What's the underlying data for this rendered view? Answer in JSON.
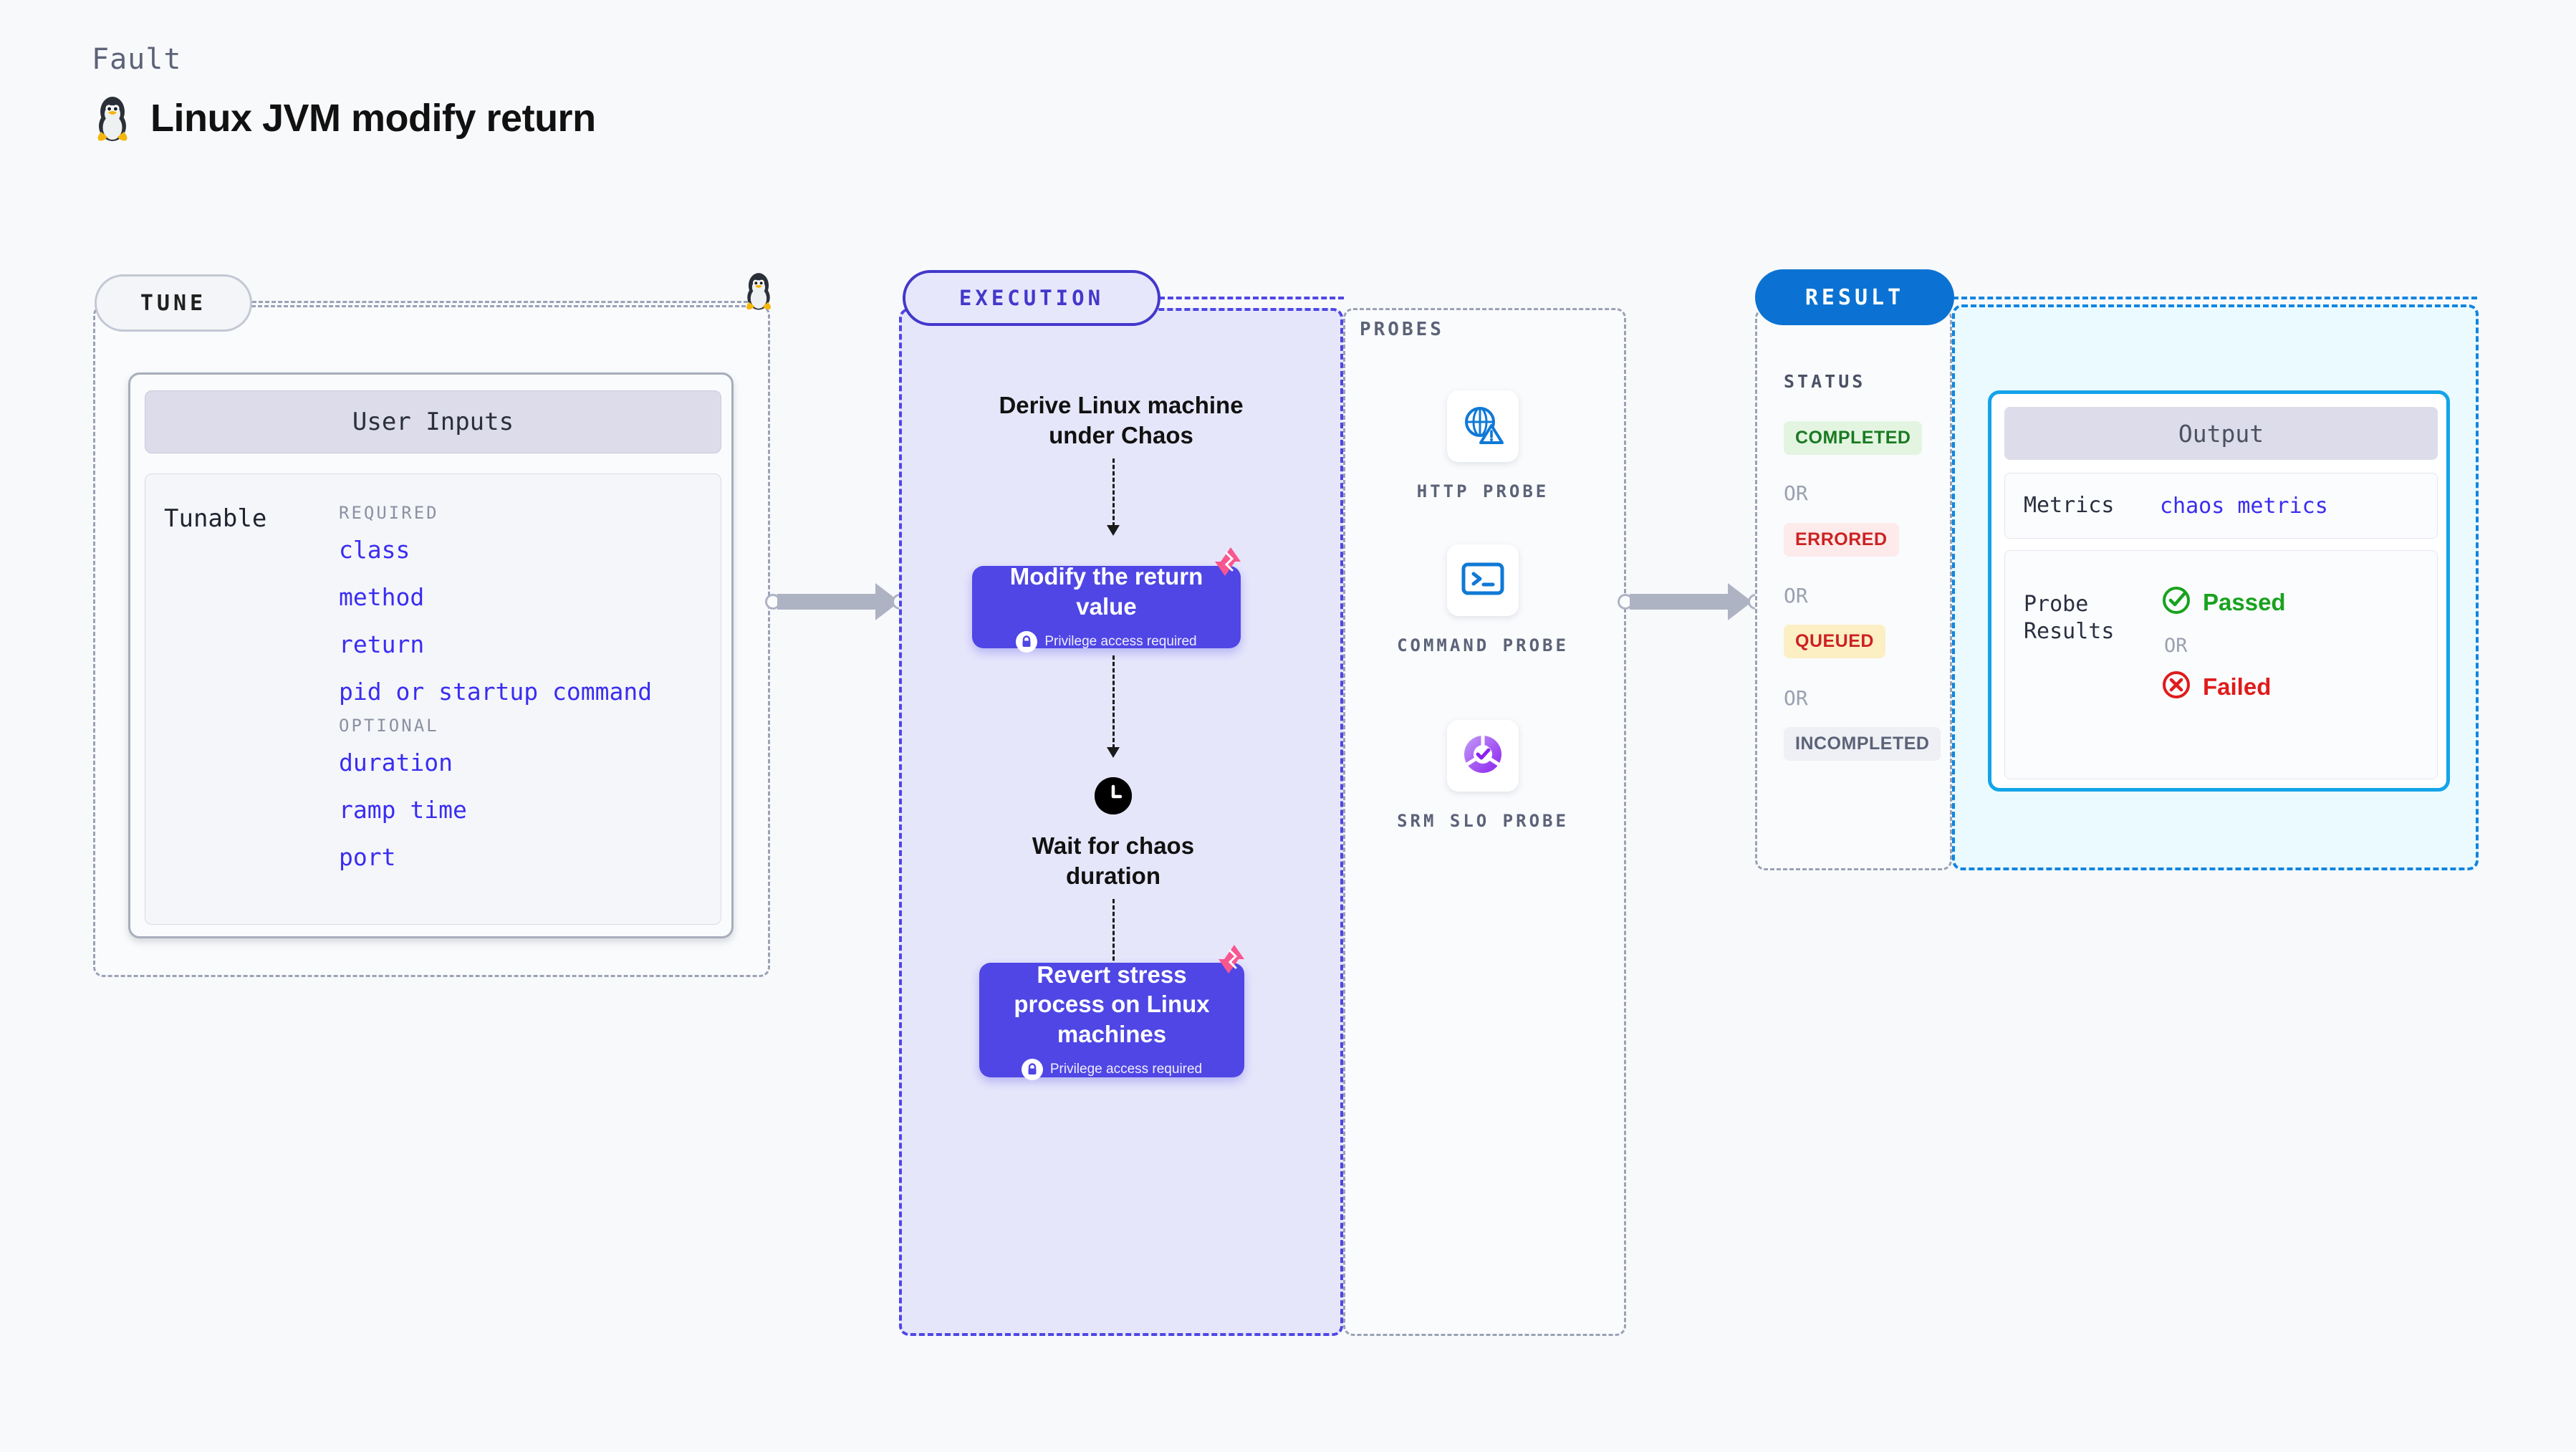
{
  "header": {
    "kicker": "Fault",
    "title": "Linux JVM modify return",
    "icon": "linux-penguin-icon"
  },
  "tune": {
    "pill_label": "TUNE",
    "card_title": "User Inputs",
    "tunable_label": "Tunable",
    "groups": [
      {
        "heading": "REQUIRED",
        "items": [
          "class",
          "method",
          "return",
          "pid or startup command"
        ]
      },
      {
        "heading": "OPTIONAL",
        "items": [
          "duration",
          "ramp time",
          "port"
        ]
      }
    ]
  },
  "execution": {
    "pill_label": "EXECUTION",
    "step_derive": "Derive Linux machine under Chaos",
    "box_modify": {
      "title": "Modify the return value",
      "privilege": "Privilege access required"
    },
    "step_wait": "Wait for chaos duration",
    "box_revert": {
      "title": "Revert stress process on Linux machines",
      "privilege": "Privilege access required"
    }
  },
  "probes": {
    "section_label": "PROBES",
    "items": [
      {
        "caption": "HTTP PROBE",
        "icon": "globe-warning-icon"
      },
      {
        "caption": "COMMAND PROBE",
        "icon": "terminal-icon"
      },
      {
        "caption": "SRM SLO PROBE",
        "icon": "slo-donut-check-icon"
      }
    ]
  },
  "result": {
    "pill_label": "RESULT",
    "status_label": "STATUS",
    "or_label": "OR",
    "statuses": [
      {
        "label": "COMPLETED",
        "fg": "#1a7a22",
        "bg": "#e3f5e1"
      },
      {
        "label": "ERRORED",
        "fg": "#cc2222",
        "bg": "#fdeaea"
      },
      {
        "label": "QUEUED",
        "fg": "#cc2222",
        "bg": "#fcefc4"
      },
      {
        "label": "INCOMPLETED",
        "fg": "#5c6378",
        "bg": "#eff0f5"
      }
    ]
  },
  "output": {
    "title": "Output",
    "metrics_key": "Metrics",
    "metrics_value": "chaos metrics",
    "probe_key": "Probe Results",
    "passed_label": "Passed",
    "or_label": "OR",
    "failed_label": "Failed"
  },
  "colors": {
    "accent_purple": "#4f46e5",
    "accent_blue": "#0b72d3",
    "cyan": "#13a4e8",
    "pink": "#f9568f",
    "mono_blue": "#3a2df0",
    "page_bg": "#f8f9fb"
  }
}
